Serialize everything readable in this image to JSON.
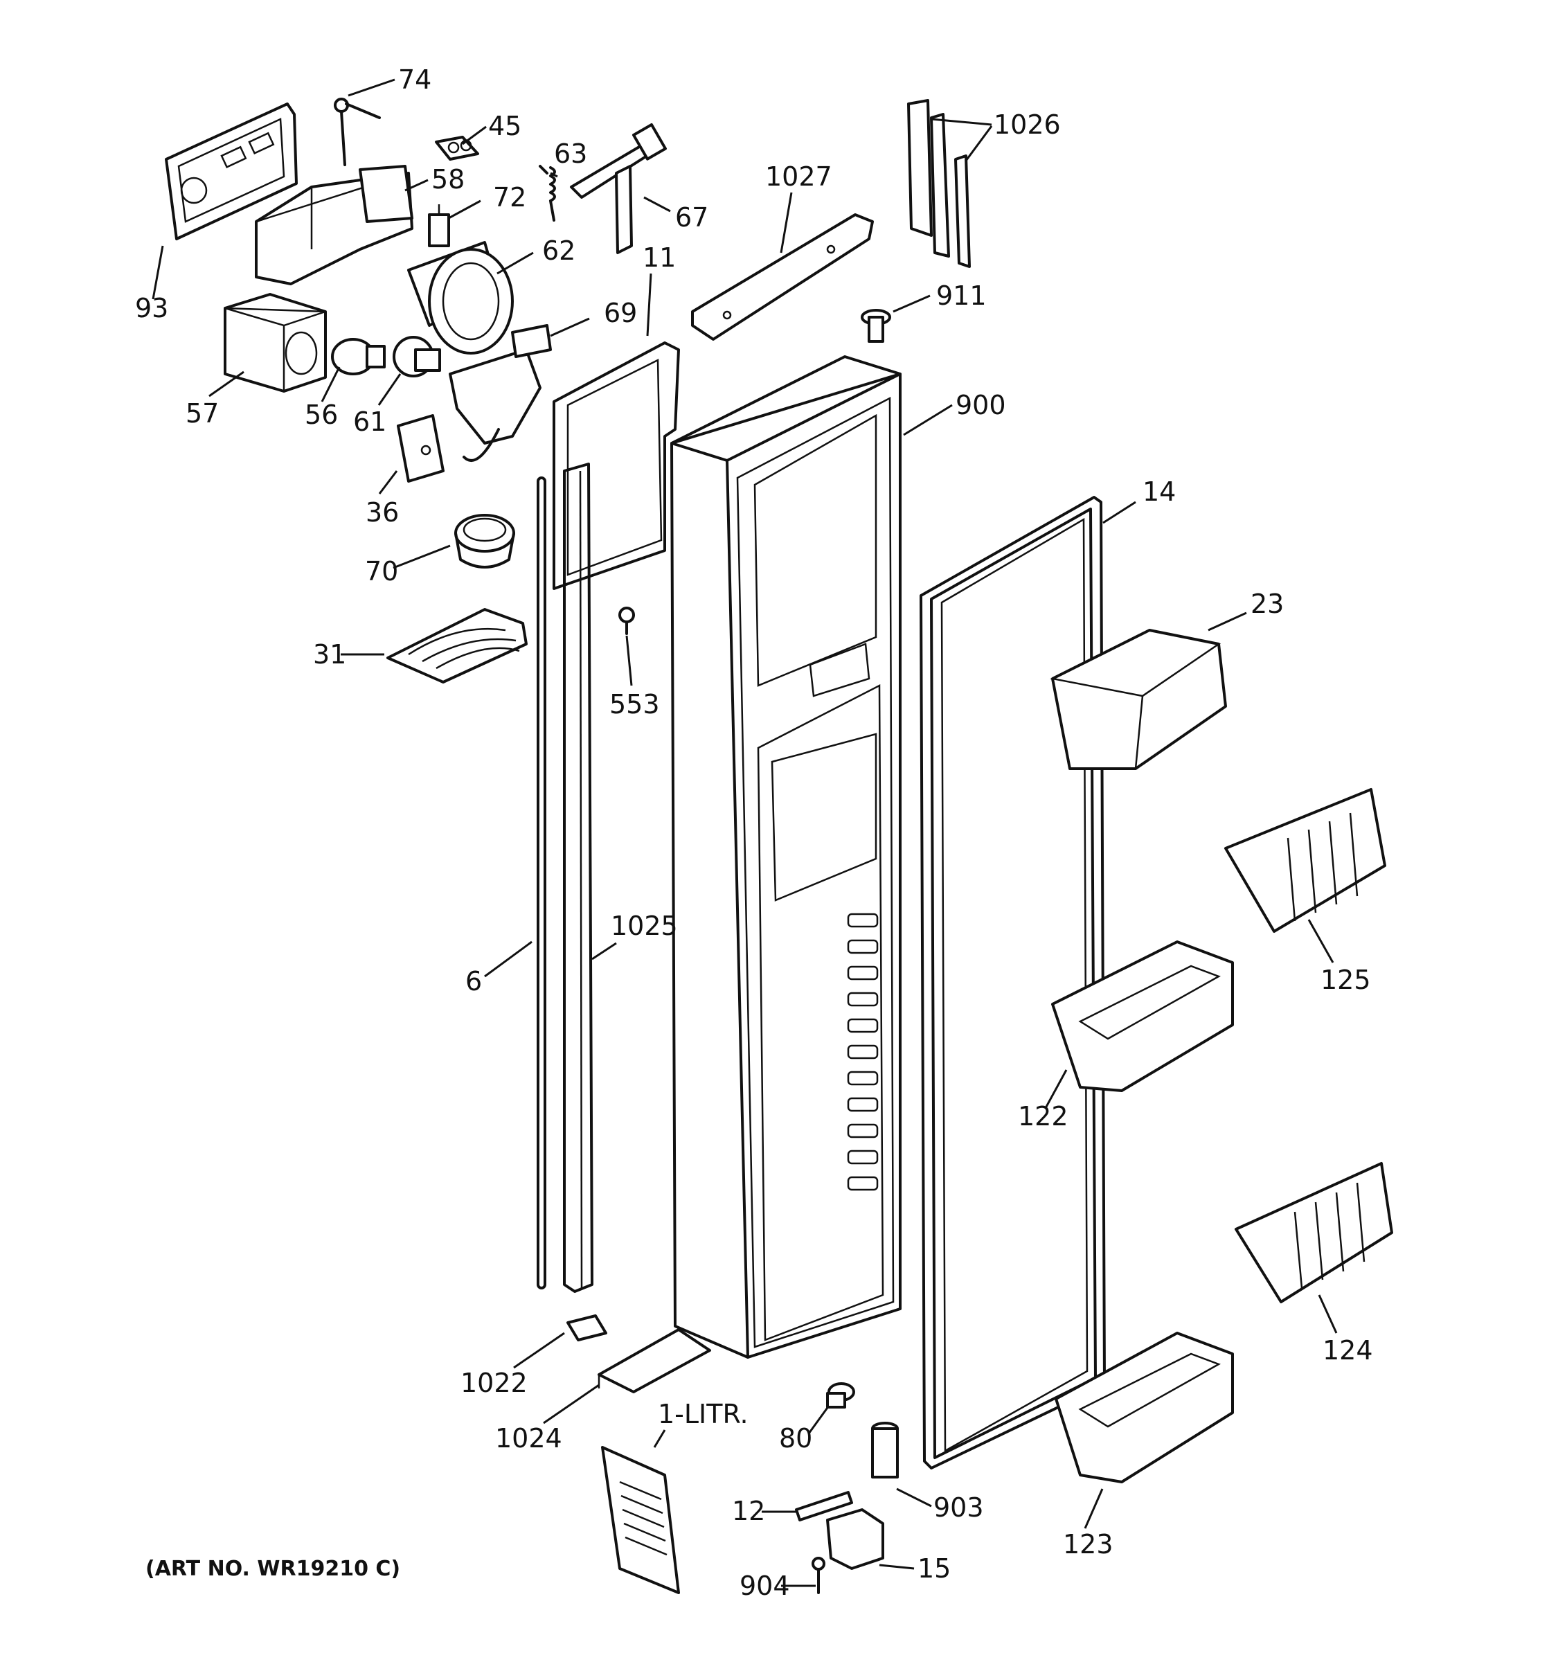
{
  "art_number": "(ART NO. WR19210 C)",
  "callouts": {
    "c74": "74",
    "c45": "45",
    "c63": "63",
    "c1026": "1026",
    "c1027": "1027",
    "c58": "58",
    "c72": "72",
    "c67": "67",
    "c62": "62",
    "c11": "11",
    "c93": "93",
    "c911": "911",
    "c69": "69",
    "c57": "57",
    "c56": "56",
    "c61": "61",
    "c900": "900",
    "c36": "36",
    "c14": "14",
    "c70": "70",
    "c23": "23",
    "c31": "31",
    "c553": "553",
    "c125": "125",
    "c6": "6",
    "c1025": "1025",
    "c122": "122",
    "c124": "124",
    "c1022": "1022",
    "c1024": "1024",
    "c1litr": "1-LITR.",
    "c80": "80",
    "c123": "123",
    "c12": "12",
    "c903": "903",
    "c904": "904",
    "c15": "15"
  }
}
